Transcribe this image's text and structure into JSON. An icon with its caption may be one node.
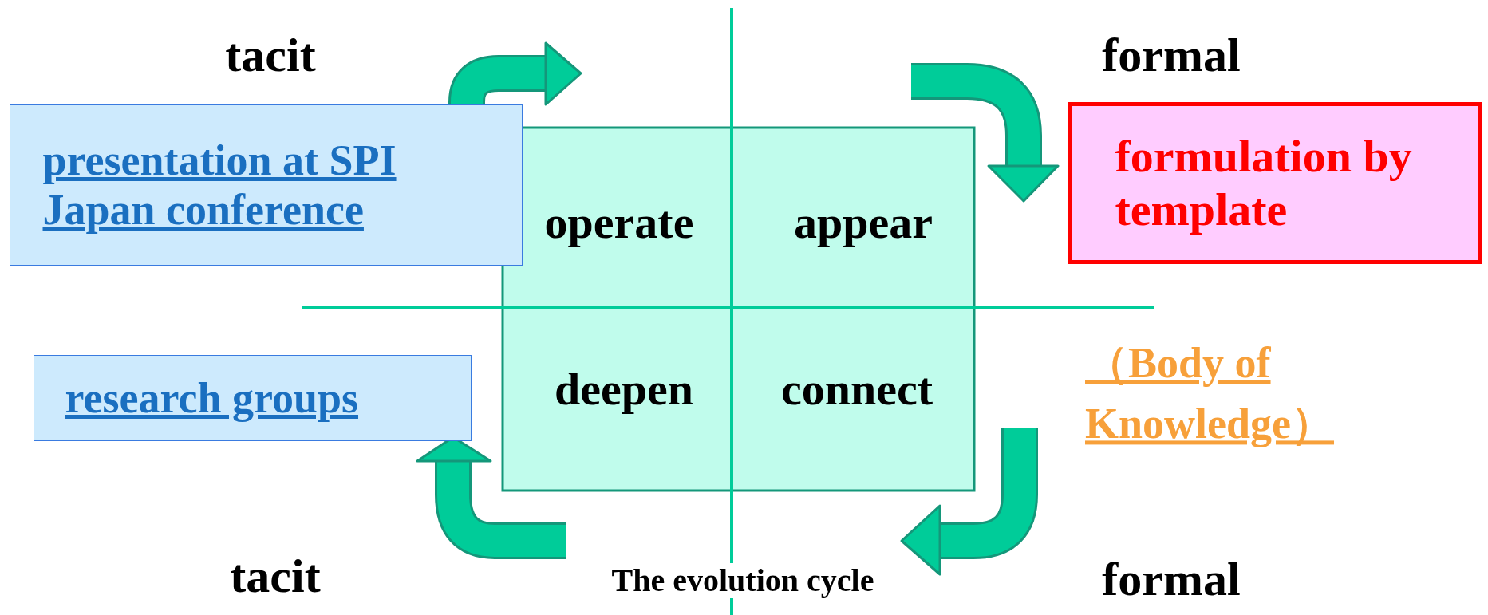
{
  "diagram": {
    "nodes": [
      {
        "text": [
          "presentation at SPI Japan conference"
        ]
      },
      {
        "text": [
          "formulation by template"
        ]
      },
      {
        "text": [
          "research groups"
        ]
      }
    ],
    "labels": [
      "tacit",
      "formal",
      "operate",
      "appear",
      "deepen",
      "connect",
      "（Body of Knowledge）",
      "tacit",
      "The evolution cycle",
      "formal"
    ]
  }
}
